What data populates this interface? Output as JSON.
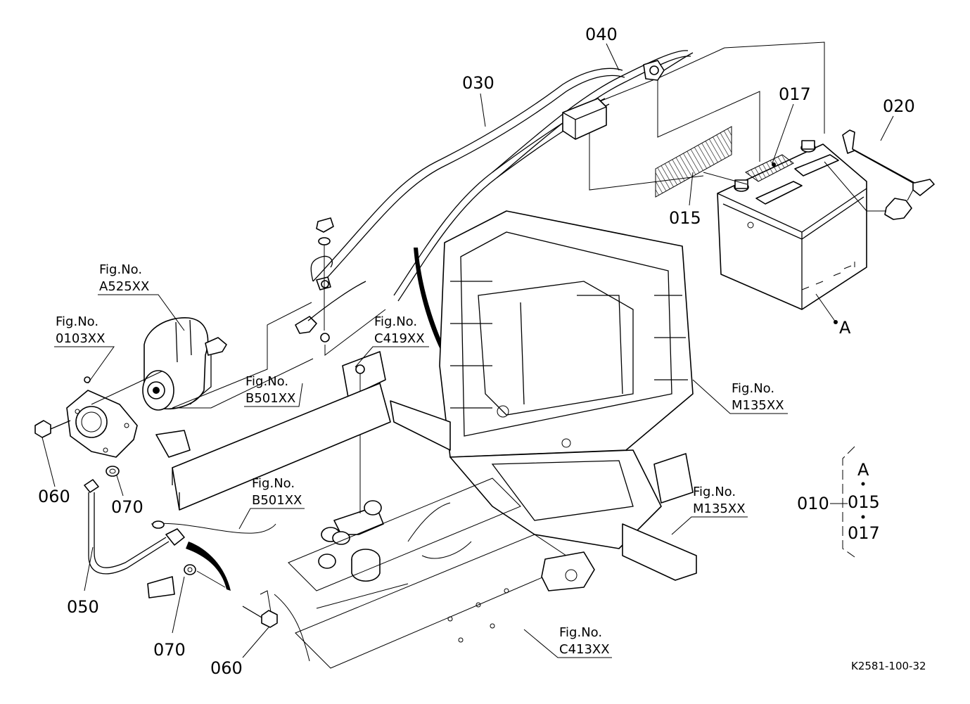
{
  "parts": {
    "p010": "010",
    "p015": "015",
    "p015b": "015",
    "p017": "017",
    "p017b": "017",
    "p020": "020",
    "p030": "030",
    "p040": "040",
    "p050": "050",
    "p060a": "060",
    "p060b": "060",
    "p070a": "070",
    "p070b": "070"
  },
  "refs": {
    "a525": {
      "line1": "Fig.No.",
      "line2": "A525XX"
    },
    "r0103": {
      "line1": "Fig.No.",
      "line2": "0103XX"
    },
    "c419": {
      "line1": "Fig.No.",
      "line2": "C419XX"
    },
    "b501a": {
      "line1": "Fig.No.",
      "line2": "B501XX"
    },
    "b501b": {
      "line1": "Fig.No.",
      "line2": "B501XX"
    },
    "m135a": {
      "line1": "Fig.No.",
      "line2": "M135XX"
    },
    "m135b": {
      "line1": "Fig.No.",
      "line2": "M135XX"
    },
    "c413": {
      "line1": "Fig.No.",
      "line2": "C413XX"
    }
  },
  "markers": {
    "a": "A",
    "a_legend": "A"
  },
  "drawing_id": "K2581-100-32"
}
